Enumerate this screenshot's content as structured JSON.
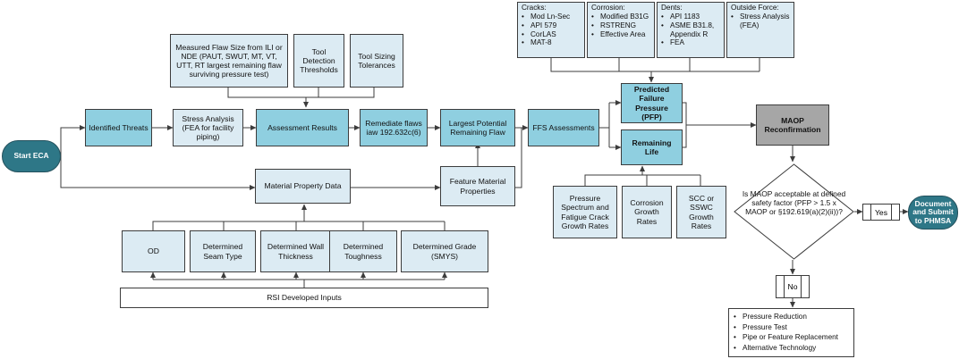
{
  "nodes": {
    "start_eca": "Start ECA",
    "identified_threats": "Identified Threats",
    "stress_analysis": "Stress Analysis (FEA for facility piping)",
    "measured_flaw": "Measured Flaw Size from ILI or NDE (PAUT, SWUT, MT, VT, UTT, RT largest remaining flaw surviving pressure test)",
    "tool_detection": "Tool Detection Thresholds",
    "tool_sizing": "Tool Sizing Tolerances",
    "assessment_results": "Assessment Results",
    "remediate_flaws": "Remediate flaws iaw 192.632c(6)",
    "largest_flaw": "Largest Potential Remaining Flaw",
    "ffs_assessments": "FFS Assessments",
    "predicted_failure": "Predicted Failure Pressure (PFP)",
    "remaining_life": "Remaining Life",
    "maop_reconfirmation": "MAOP Reconfirmation",
    "material_property": "Material Property Data",
    "feature_material": "Feature Material Properties",
    "pressure_spectrum": "Pressure Spectrum and Fatigue Crack Growth Rates",
    "corrosion_growth": "Corrosion Growth Rates",
    "scc_growth": "SCC or SSWC Growth Rates",
    "od": "OD",
    "seam_type": "Determined Seam Type",
    "wall_thickness": "Determined Wall Thickness",
    "toughness": "Determined Toughness",
    "grade": "Determined Grade (SMYS)",
    "rsi_inputs": "RSI Developed Inputs",
    "decision": "Is MAOP acceptable at defined safety factor (PFP > 1.5 x MAOP or §192.619(a)(2)(ii))?",
    "yes_label": "Yes",
    "no_label": "No",
    "document_submit": "Document and Submit to PHMSA"
  },
  "categories": [
    {
      "title": "Cracks:",
      "items": [
        "Mod Ln-Sec",
        "API 579",
        "CorLAS",
        "MAT-8"
      ]
    },
    {
      "title": "Corrosion:",
      "items": [
        "Modified B31G",
        "RSTRENG",
        "Effective Area"
      ]
    },
    {
      "title": "Dents:",
      "items": [
        "API 1183",
        "ASME B31.8, Appendix R",
        "FEA"
      ]
    },
    {
      "title": "Outside Force:",
      "items": [
        "Stress Analysis (FEA)"
      ]
    }
  ],
  "no_options": [
    "Pressure Reduction",
    "Pressure Test",
    "Pipe or Feature Replacement",
    "Alternative Technology"
  ],
  "colors": {
    "light_box": "#dcebf3",
    "medium_box": "#8fcfe0",
    "terminal": "#2e7787",
    "maop_box": "#a6a6a6",
    "line": "#3c3c3c"
  }
}
